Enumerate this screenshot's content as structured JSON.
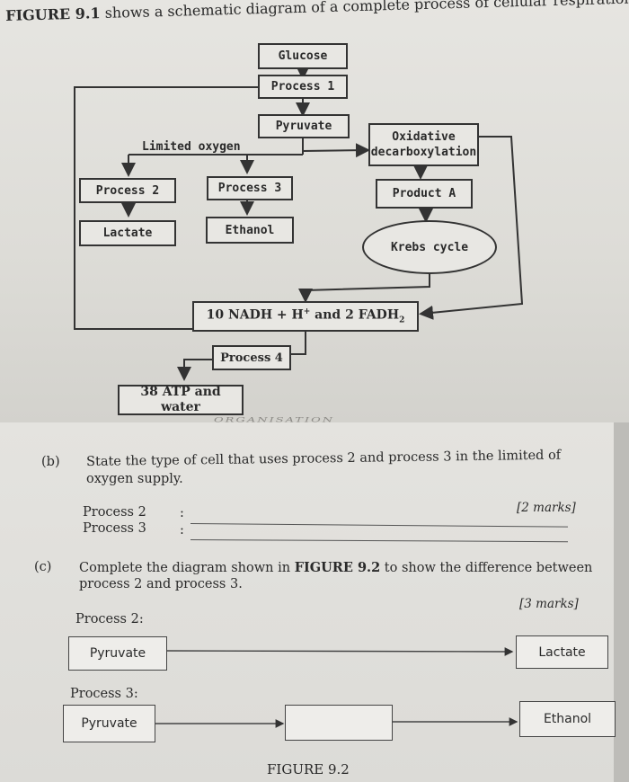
{
  "figure1": {
    "heading_bold": "FIGURE 9.1",
    "heading_rest": " shows a schematic diagram of a complete process of cellular respiration.",
    "glucose": "Glucose",
    "process1": "Process 1",
    "pyruvate": "Pyruvate",
    "limited_oxygen": "Limited oxygen",
    "oxidative_line1": "Oxidative",
    "oxidative_line2": "decarboxylation",
    "process2": "Process 2",
    "process3": "Process 3",
    "product_a": "Product A",
    "lactate": "Lactate",
    "ethanol": "Ethanol",
    "krebs": "Krebs cycle",
    "nadh": "10 NADH + H",
    "nadh_sup": "+",
    "fadh": " and 2 FADH",
    "fadh_sub": "2",
    "process4": "Process 4",
    "atp": "38 ATP and water",
    "edge_text": "ORGANISATION"
  },
  "question_b": {
    "label": "(b)",
    "line1": "State the type of cell that uses process 2 and process 3 in the limited of",
    "line2": "oxygen supply.",
    "item1": "Process 2",
    "item2": "Process 3",
    "colon": ":",
    "marks": "[2 marks]"
  },
  "question_c": {
    "label": "(c)",
    "line1_pre": "Complete the diagram shown in ",
    "line1_bold": "FIGURE 9.2",
    "line1_post": " to show the difference between",
    "line2": "process 2 and process 3.",
    "marks": "[3 marks]",
    "process2_heading": "Process 2:",
    "p2_start": "Pyruvate",
    "p2_end": "Lactate",
    "process3_heading": "Process 3:",
    "p3_start": "Pyruvate",
    "p3_end": "Ethanol",
    "caption": "FIGURE 9.2"
  }
}
